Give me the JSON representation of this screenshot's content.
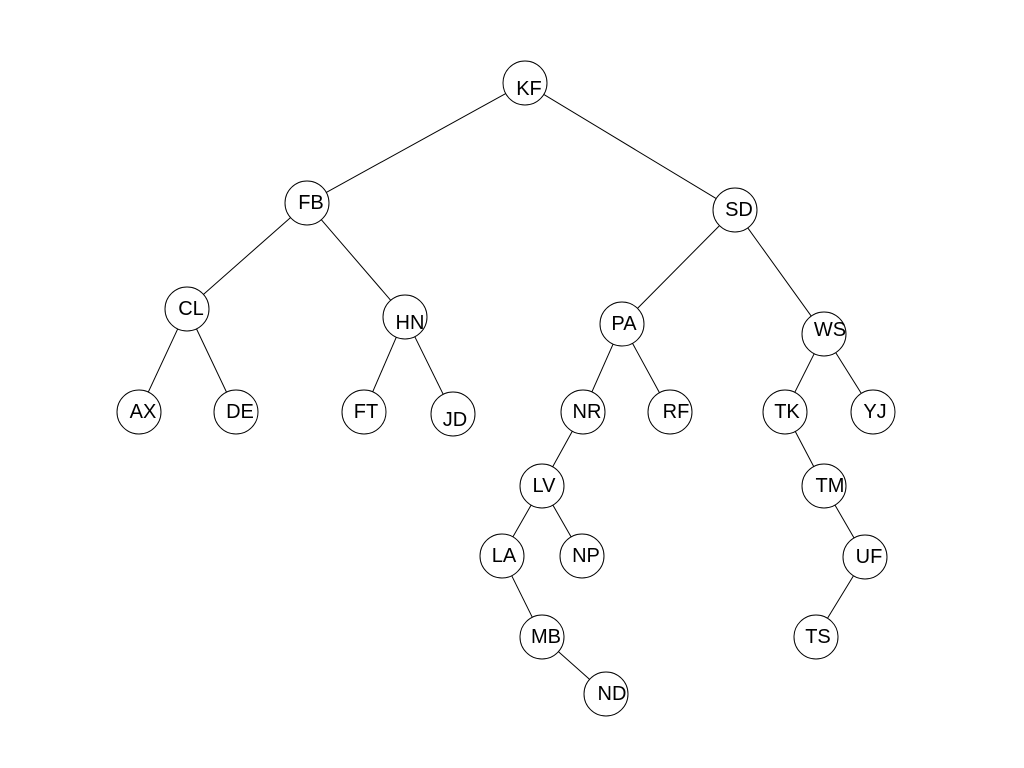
{
  "tree": {
    "nodes": [
      {
        "id": "KF"
      },
      {
        "id": "FB"
      },
      {
        "id": "SD"
      },
      {
        "id": "CL"
      },
      {
        "id": "HN"
      },
      {
        "id": "PA"
      },
      {
        "id": "WS"
      },
      {
        "id": "AX"
      },
      {
        "id": "DE"
      },
      {
        "id": "FT"
      },
      {
        "id": "JD"
      },
      {
        "id": "NR"
      },
      {
        "id": "RF"
      },
      {
        "id": "TK"
      },
      {
        "id": "YJ"
      },
      {
        "id": "LV"
      },
      {
        "id": "TM"
      },
      {
        "id": "LA"
      },
      {
        "id": "NP"
      },
      {
        "id": "UF"
      },
      {
        "id": "MB"
      },
      {
        "id": "TS"
      },
      {
        "id": "ND"
      }
    ],
    "edges": [
      [
        "KF",
        "FB"
      ],
      [
        "KF",
        "SD"
      ],
      [
        "FB",
        "CL"
      ],
      [
        "FB",
        "HN"
      ],
      [
        "CL",
        "AX"
      ],
      [
        "CL",
        "DE"
      ],
      [
        "HN",
        "FT"
      ],
      [
        "HN",
        "JD"
      ],
      [
        "SD",
        "PA"
      ],
      [
        "SD",
        "WS"
      ],
      [
        "PA",
        "NR"
      ],
      [
        "PA",
        "RF"
      ],
      [
        "NR",
        "LV"
      ],
      [
        "LV",
        "LA"
      ],
      [
        "LV",
        "NP"
      ],
      [
        "LA",
        "MB"
      ],
      [
        "MB",
        "ND"
      ],
      [
        "WS",
        "TK"
      ],
      [
        "WS",
        "YJ"
      ],
      [
        "TK",
        "TM"
      ],
      [
        "TM",
        "UF"
      ],
      [
        "UF",
        "TS"
      ]
    ]
  },
  "colors": {
    "stroke": "#000000",
    "fill": "#ffffff",
    "text": "#000000"
  }
}
